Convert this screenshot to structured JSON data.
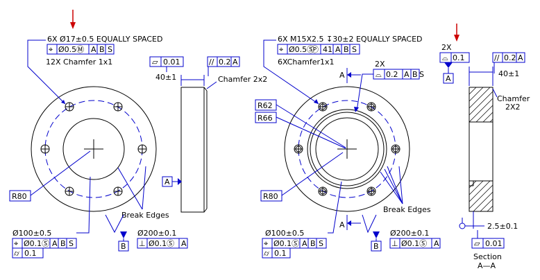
{
  "left_view": {
    "hole_spec": "6X Ø17±0.5 EQUALLY SPACED",
    "hole_fcf": {
      "sym": "⌖",
      "tol": "Ø0.5Ⓜ",
      "d1": "A",
      "d2": "B",
      "d3": "S"
    },
    "chamfer_note": "12X Chamfer 1x1",
    "bolt_radius": "R80",
    "break_edges": "Break Edges",
    "bore_dim": "Ø100±0.5",
    "bore_fcf1": {
      "sym": "⌖",
      "tol": "Ø0.1Ⓢ",
      "d1": "A",
      "d2": "B",
      "d3": "S"
    },
    "bore_fcf2": {
      "sym": "⌭",
      "tol": "0.1"
    },
    "datum_b": "B",
    "outer_dim": "Ø200±0.1",
    "outer_fcf": {
      "sym": "⊥",
      "tol": "Ø0.1Ⓢ",
      "d1": "A"
    }
  },
  "side_view": {
    "flatness": {
      "sym": "▱",
      "tol": "0.01"
    },
    "parallel": {
      "sym": "//",
      "tol": "0.2",
      "d1": "A"
    },
    "thickness": "40±1",
    "chamfer": "Chamfer 2x2",
    "datum_a": "A"
  },
  "right_view": {
    "hole_spec": "6X M15X2.5 ↧30±2 EQUALLY SPACED",
    "hole_fcf": {
      "sym": "⌖",
      "tol": "Ø0.5Ⓢ",
      "pd": "Ⓟ",
      "proj": "41",
      "d1": "A",
      "d2": "B",
      "d3": "S"
    },
    "chamfer_note": "6XChamfer1x1",
    "count_2x": "2X",
    "profile_fcf": {
      "sym": "⌓",
      "tol": "0.2",
      "d1": "A",
      "d2": "B",
      "d3": "S"
    },
    "r62": "R62",
    "r66": "R66",
    "bolt_radius": "R80",
    "break_edges": "Break Edges",
    "bore_dim": "Ø100±0.5",
    "bore_fcf1": {
      "sym": "⌖",
      "tol": "Ø0.1Ⓢ",
      "d1": "A",
      "d2": "B",
      "d3": "S"
    },
    "bore_fcf2": {
      "sym": "⌭",
      "tol": "0.1"
    },
    "datum_b": "B",
    "outer_dim": "Ø200±0.1",
    "outer_fcf": {
      "sym": "⊥",
      "tol": "Ø0.1Ⓢ",
      "d1": "A"
    },
    "cut_label_top": "A",
    "cut_label_bottom": "A"
  },
  "section_view": {
    "count_2x": "2X",
    "profile_fcf": {
      "sym": "⌓",
      "tol": "0.1"
    },
    "datum_a": "A",
    "parallel": {
      "sym": "//",
      "tol": "0.2",
      "d1": "A"
    },
    "thickness": "40±1",
    "chamfer_line1": "Chamfer",
    "chamfer_line2": "2X2",
    "offset_dim": "2.5±0.1",
    "flatness": {
      "sym": "▱",
      "tol": "0.01"
    },
    "title_line1": "Section",
    "title_line2": "A—A"
  },
  "colors": {
    "annotation": "#0000cc",
    "marker": "#cc0000",
    "geometry": "#000000"
  }
}
